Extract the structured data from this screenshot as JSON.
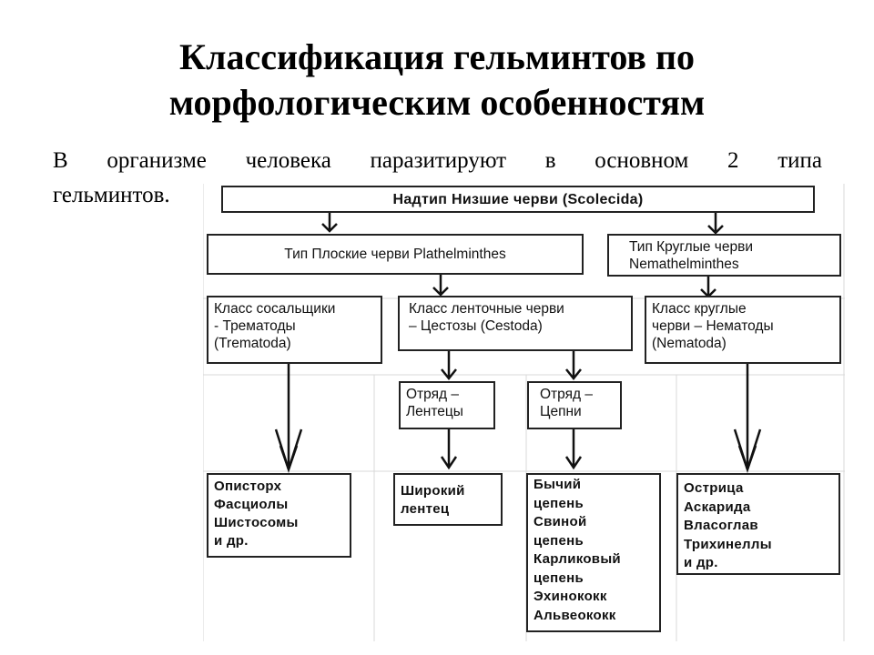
{
  "slide": {
    "title_line1": "Классификация гельминтов по",
    "title_line2": "морфологическим особенностям",
    "intro_line1": "В организме человека паразитируют в основном 2 типа",
    "intro_line2": "гельминтов."
  },
  "diagram": {
    "superphylum": "Надтип Низшие черви (Scolecida)",
    "phylum_flat": "Тип Плоские черви Plathelminthes",
    "phylum_round": "Тип Круглые черви\nNemathelminthes",
    "class_flukes": "Класс сосальщики\n- Трематоды\n(Trematoda)",
    "class_tapeworms": "Класс ленточные черви\n– Цестозы (Cestoda)",
    "class_roundworms": "Класс круглые\nчерви – Нематоды\n(Nematoda)",
    "order_broad": "Отряд –\nЛентецы",
    "order_chain": "Отряд –\nЦепни",
    "species_flukes": "Описторх\nФасциолы\nШистосомы\nи др.",
    "species_broad": "Широкий\nлентец",
    "species_chain": "Бычий\nцепень\nСвиной\nцепень\nКарликовый\nцепень\nЭхинококк\nАльвеококк",
    "species_round": "Острица\nАскарида\nВласоглав\nТрихинеллы\nи др."
  }
}
